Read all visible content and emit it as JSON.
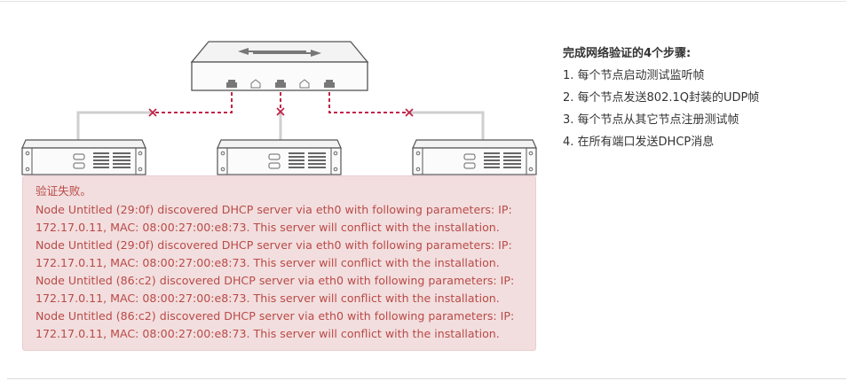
{
  "steps": {
    "title": "完成网络验证的4个步骤:",
    "items": [
      "1. 每个节点启动测试监听帧",
      "2. 每个节点发送802.1Q封装的UDP帧",
      "3. 每个节点从其它节点注册测试帧",
      "4. 在所有端口发送DHCP消息"
    ]
  },
  "error": {
    "title": "验证失败。",
    "messages": [
      "Node Untitled (29:0f) discovered DHCP server via eth0 with following parameters: IP: 172.17.0.11, MAC: 08:00:27:00:e8:73. This server will conflict with the installation.",
      "Node Untitled (29:0f) discovered DHCP server via eth0 with following parameters: IP: 172.17.0.11, MAC: 08:00:27:00:e8:73. This server will conflict with the installation.",
      "Node Untitled (86:c2) discovered DHCP server via eth0 with following parameters: IP: 172.17.0.11, MAC: 08:00:27:00:e8:73. This server will conflict with the installation.",
      "Node Untitled (86:c2) discovered DHCP server via eth0 with following parameters: IP: 172.17.0.11, MAC: 08:00:27:00:e8:73. This server will conflict with the installation."
    ]
  },
  "colors": {
    "error_text": "#b94a48",
    "error_bg": "#f2dede",
    "link_broken": "#c0244a",
    "link_ok": "#cfcfcf"
  }
}
